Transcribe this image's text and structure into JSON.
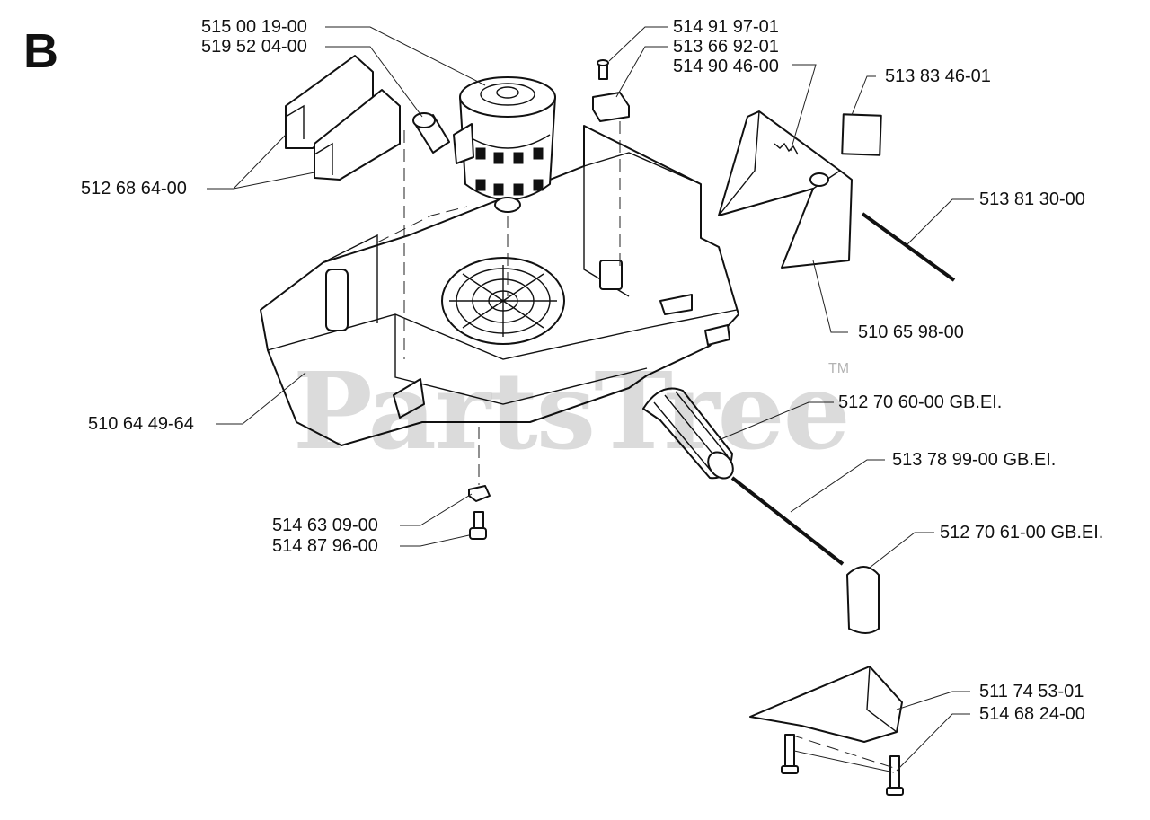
{
  "section": "B",
  "watermark": {
    "text": "PartsTree",
    "tm": "TM"
  },
  "labels": {
    "p515001900": "515 00 19-00",
    "p519520400": "519 52 04-00",
    "p514919701": "514 91 97-01",
    "p513669201": "513 66 92-01",
    "p514904600": "514 90 46-00",
    "p513834601": "513 83 46-01",
    "p512686400": "512 68 64-00",
    "p513813000": "513 81 30-00",
    "p510659800": "510 65 98-00",
    "p510644964": "510 64 49-64",
    "p512706000": "512 70 60-00 GB.EI.",
    "p513789900": "513 78 99-00 GB.EI.",
    "p514630900": "514 63 09-00",
    "p514879600": "514 87 96-00",
    "p512706100": "512 70 61-00 GB.EI.",
    "p511745301": "511 74 53-01",
    "p514682400": "514 68 24-00"
  }
}
